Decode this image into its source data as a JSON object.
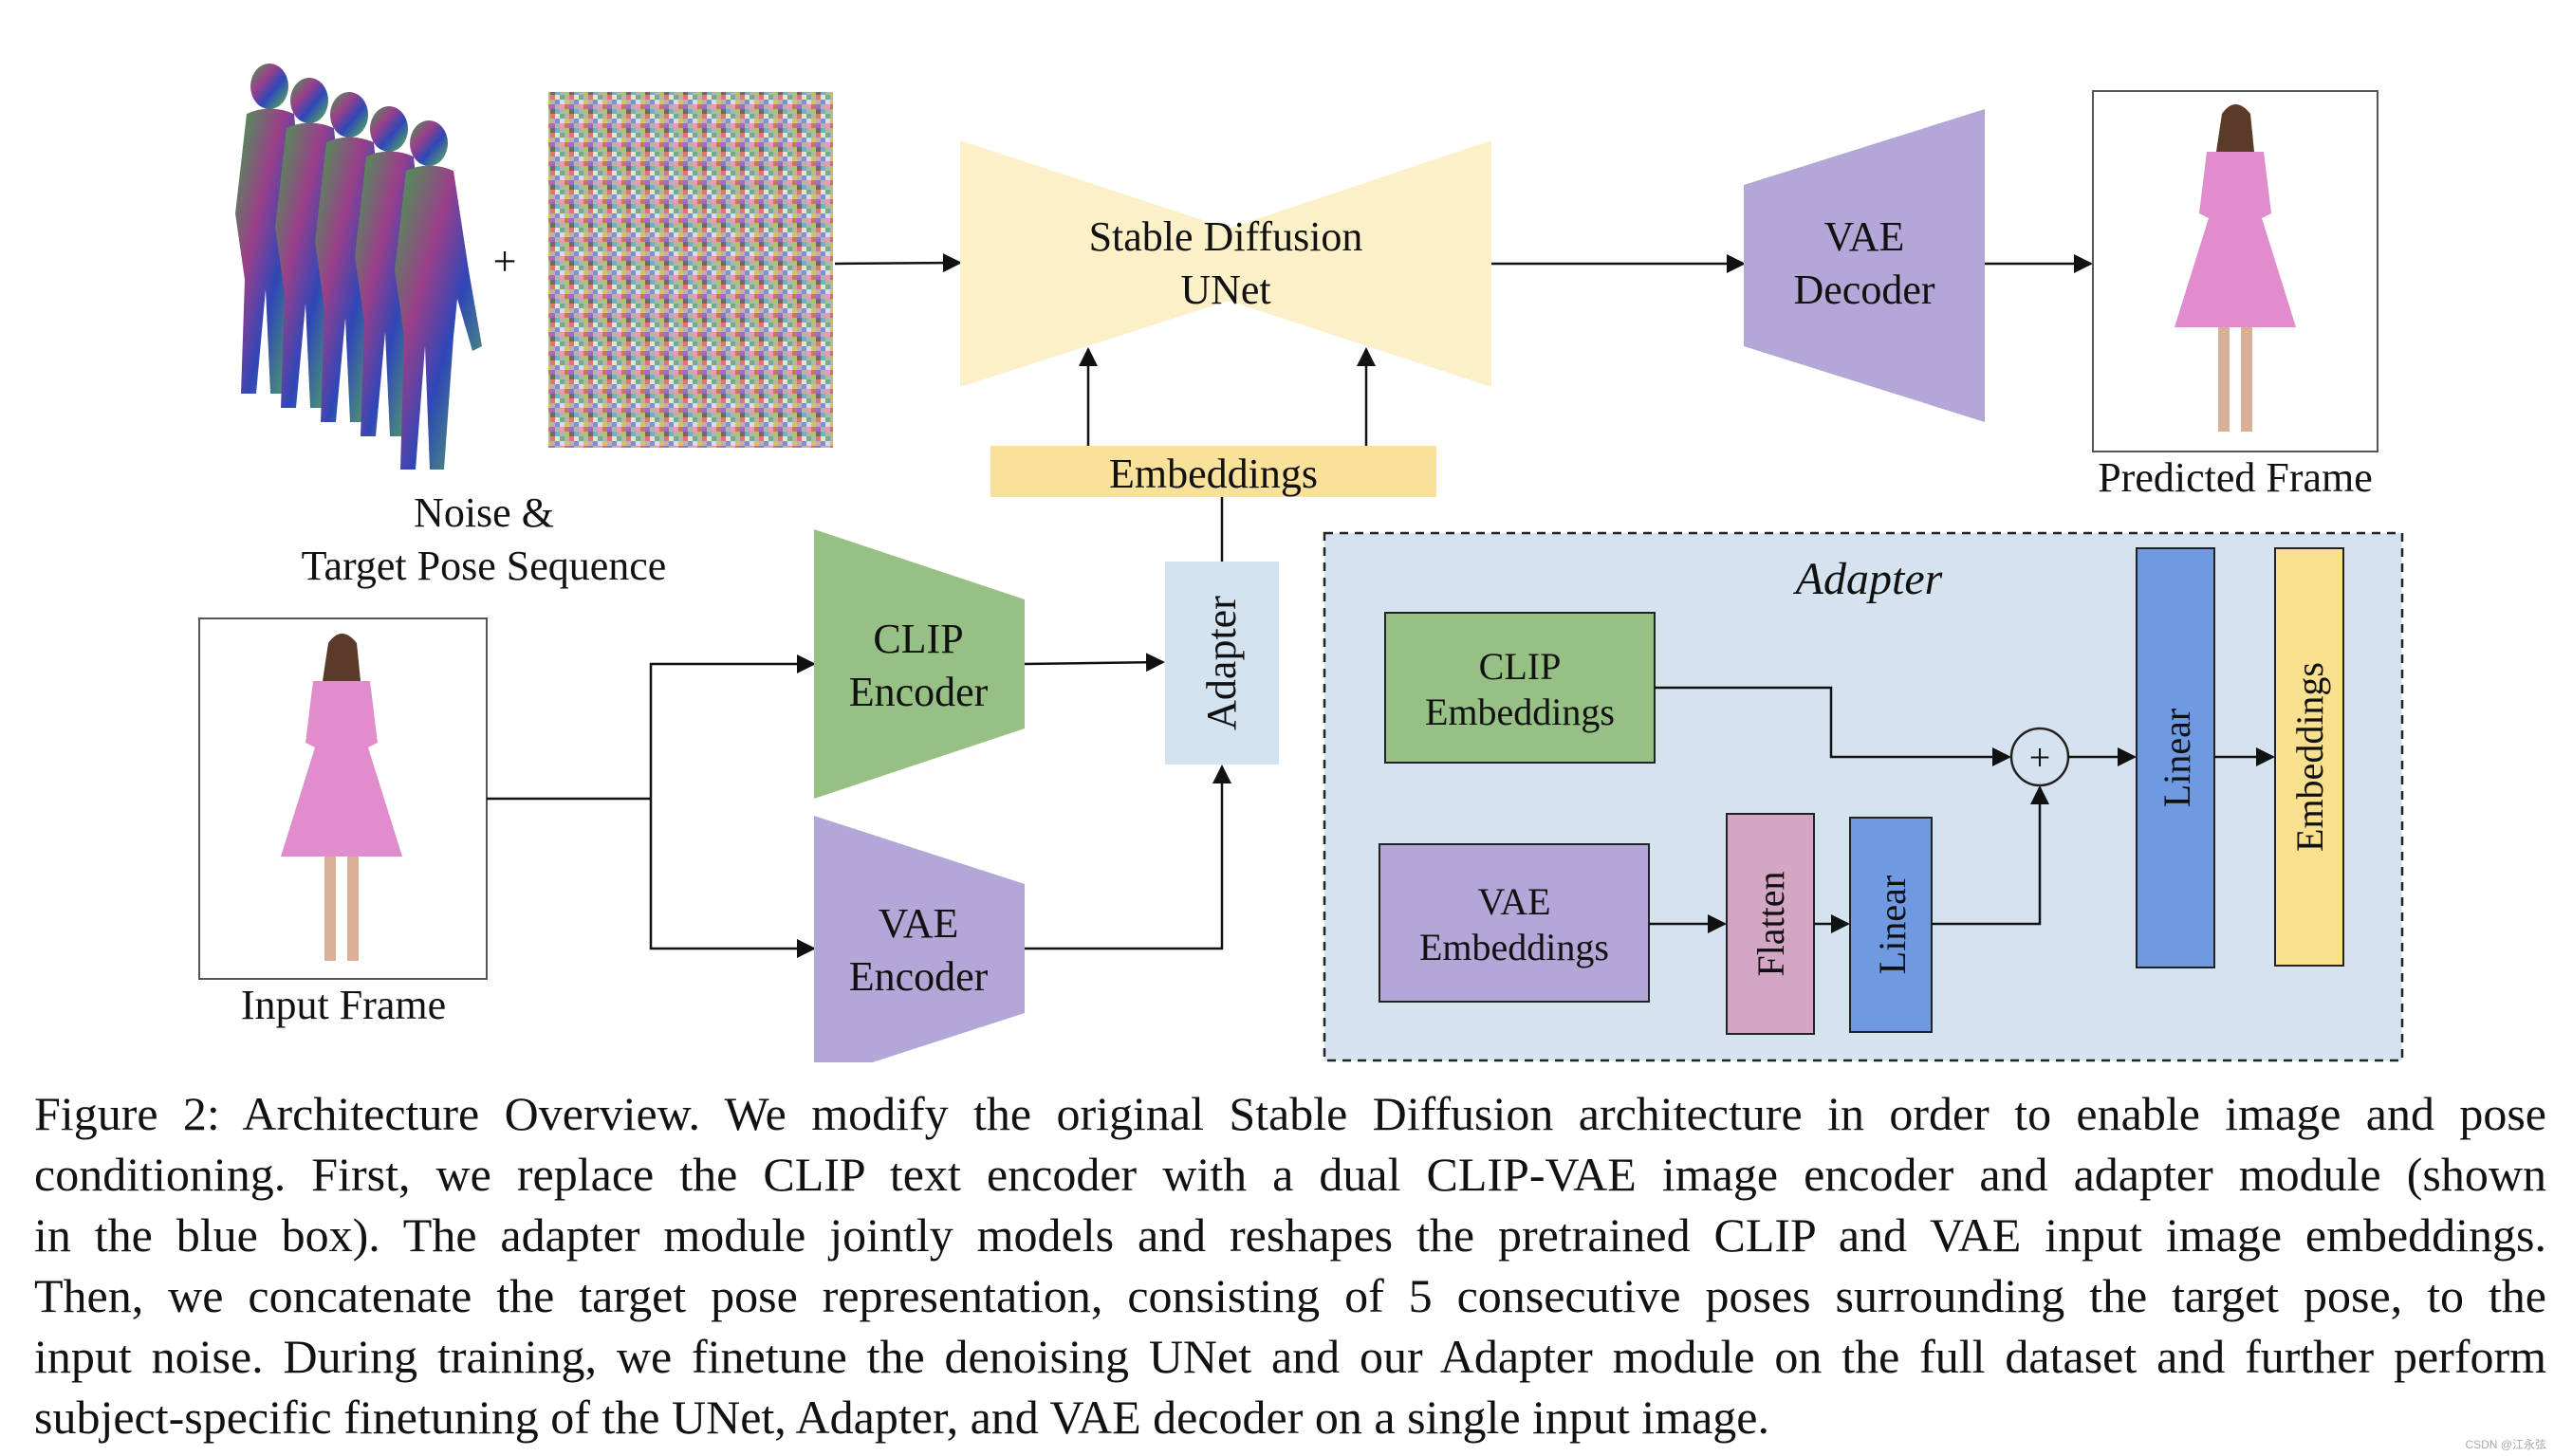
{
  "diagram": {
    "unet_line1": "Stable Diffusion",
    "unet_line2": "UNet",
    "vae_decoder_line1": "VAE",
    "vae_decoder_line2": "Decoder",
    "predicted_frame_label": "Predicted Frame",
    "embeddings_label": "Embeddings",
    "noise_label_line1": "Noise &",
    "noise_label_line2": "Target Pose Sequence",
    "plus_sign": "+",
    "clip_encoder_line1": "CLIP",
    "clip_encoder_line2": "Encoder",
    "vae_encoder_line1": "VAE",
    "vae_encoder_line2": "Encoder",
    "adapter_label": "Adapter",
    "input_frame_label": "Input Frame",
    "adapter_box": {
      "title": "Adapter",
      "clip_emb_line1": "CLIP",
      "clip_emb_line2": "Embeddings",
      "vae_emb_line1": "VAE",
      "vae_emb_line2": "Embeddings",
      "flatten": "Flatten",
      "linear_small": "Linear",
      "linear_large": "Linear",
      "embeddings_out": "Embeddings",
      "sum_symbol": "+"
    },
    "colors": {
      "unet_fill": "#fbf0c8",
      "embeddings_fill": "#fae199",
      "vae_fill": "#b2a7d6",
      "clip_fill": "#97c184",
      "adapter_fill": "#d3e3f0",
      "adapter_region_fill": "#d5e3f0",
      "flatten_fill": "#d3a6c3",
      "linear_fill": "#6f99e0",
      "embeddings_out_fill": "#f9e08f",
      "dress_pink": "#e08ccd"
    }
  },
  "caption": {
    "lines": [
      "Figure 2: Architecture Overview. We modify the original Stable Diffusion architecture in order to enable image and pose",
      "conditioning. First, we replace the CLIP text encoder with a dual CLIP-VAE image encoder and adapter module (shown",
      "in the blue box). The adapter module jointly models and reshapes the pretrained CLIP and VAE input image embeddings.",
      "Then, we concatenate the target pose representation, consisting of 5 consecutive poses surrounding the target pose, to the",
      "input noise. During training, we finetune the denoising UNet and our Adapter module on the full dataset and further perform",
      "subject-specific finetuning of the UNet, Adapter, and VAE decoder on a single input image."
    ]
  },
  "watermark": "CSDN @江永弦"
}
